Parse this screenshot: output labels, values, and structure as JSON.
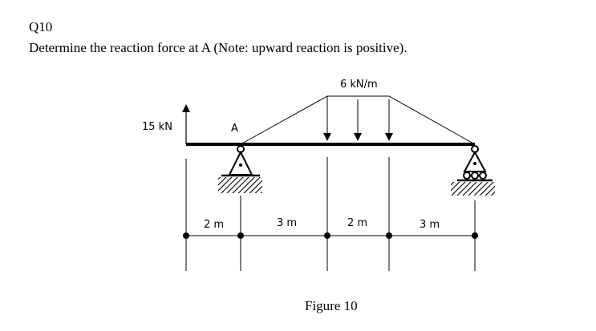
{
  "question": {
    "number": "Q10",
    "text": "Determine the reaction force at A (Note: upward reaction is positive)."
  },
  "figure": {
    "caption": "Figure 10",
    "point_load": "15 kN",
    "distributed_load": "6 kN/m",
    "support_label": "A",
    "dimensions": [
      "2 m",
      "3 m",
      "2 m",
      "3 m"
    ]
  }
}
